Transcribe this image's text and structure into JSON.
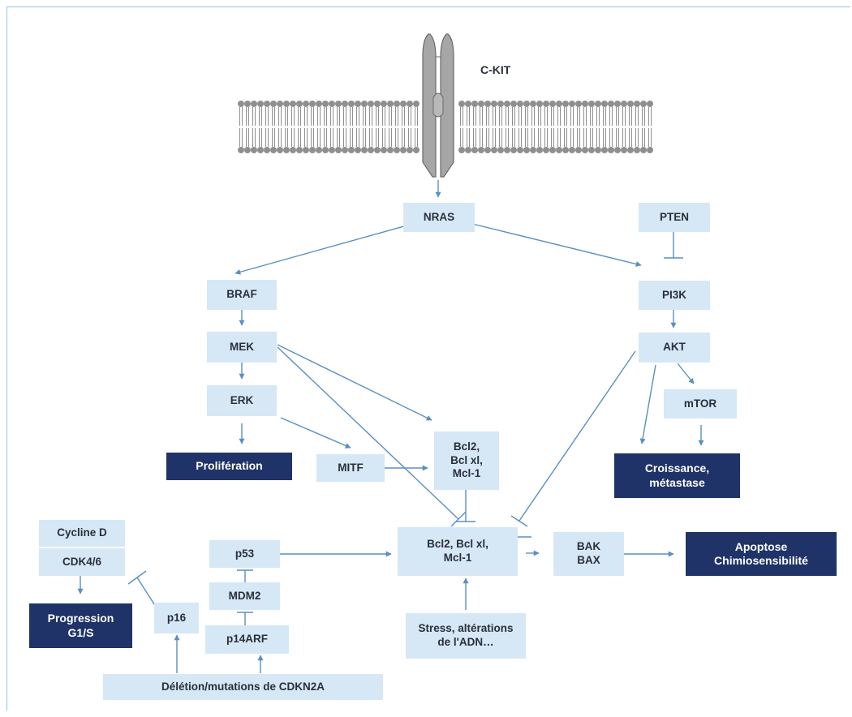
{
  "receptor_label": "C-KIT",
  "nodes": {
    "nras": "NRAS",
    "pten": "PTEN",
    "braf": "BRAF",
    "pi3k": "PI3K",
    "mek": "MEK",
    "akt": "AKT",
    "erk": "ERK",
    "mtor": "mTOR",
    "bcl2_top": "Bcl2,\nBcl xl,\nMcl-1",
    "proliferation": "Prolifération",
    "mitf": "MITF",
    "croissance": "Croissance,\nmétastase",
    "cycline_d": "Cycline D",
    "cdk46": "CDK4/6",
    "progression": "Progression\nG1/S",
    "p53": "p53",
    "mdm2": "MDM2",
    "p16": "p16",
    "p14arf": "p14ARF",
    "bcl2_mid": "Bcl2, Bcl xl,\nMcl-1",
    "bak_bax": "BAK\nBAX",
    "apoptose": "Apoptose\nChimiosensibilité",
    "stress": "Stress, altérations\nde l'ADN…",
    "deletion": "Délétion/mutations de CDKN2A"
  },
  "colors": {
    "box_fill": "#d6e8f5",
    "dark_fill": "#1f3368",
    "arrow": "#5b8fc0",
    "membrane": "#8f8f8f",
    "receptor": "#a6a6a6"
  }
}
